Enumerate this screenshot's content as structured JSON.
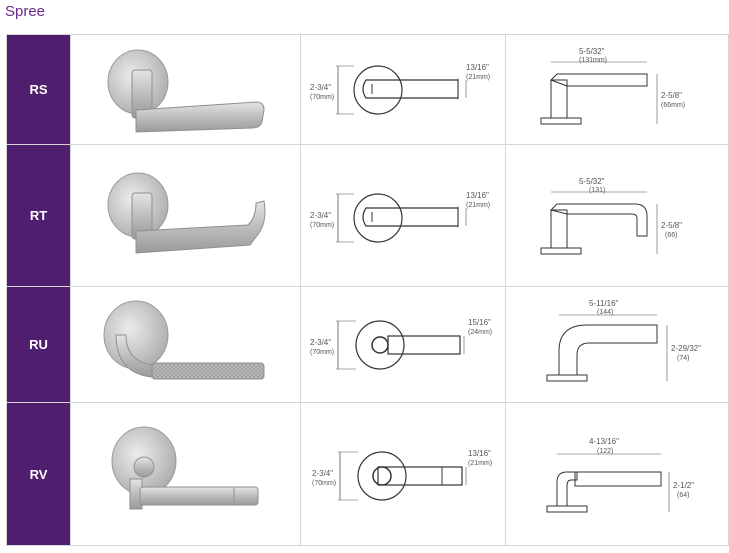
{
  "title": "Spree",
  "rows": [
    {
      "code": "RS",
      "top_view": {
        "rose_dia": "2-3/4\"",
        "rose_dia_mm": "(70mm)",
        "depth": "13/16\"",
        "depth_mm": "(21mm)"
      },
      "side_view": {
        "length": "5-5/32\"",
        "length_mm": "(131mm)",
        "projection": "2-5/8\"",
        "projection_mm": "(66mm)"
      }
    },
    {
      "code": "RT",
      "top_view": {
        "rose_dia": "2-3/4\"",
        "rose_dia_mm": "(70mm)",
        "depth": "13/16\"",
        "depth_mm": "(21mm)"
      },
      "side_view": {
        "length": "5-5/32\"",
        "length_mm": "(131)",
        "projection": "2-5/8\"",
        "projection_mm": "(66)"
      }
    },
    {
      "code": "RU",
      "top_view": {
        "rose_dia": "2-3/4\"",
        "rose_dia_mm": "(70mm)",
        "depth": "15/16\"",
        "depth_mm": "(24mm)"
      },
      "side_view": {
        "length": "5-11/16\"",
        "length_mm": "(144)",
        "projection": "2-29/32\"",
        "projection_mm": "(74)"
      }
    },
    {
      "code": "RV",
      "top_view": {
        "rose_dia": "2-3/4\"",
        "rose_dia_mm": "(70mm)",
        "depth": "13/16\"",
        "depth_mm": "(21mm)"
      },
      "side_view": {
        "length": "4-13/16\"",
        "length_mm": "(122)",
        "projection": "2-1/2\"",
        "projection_mm": "(64)"
      }
    }
  ]
}
